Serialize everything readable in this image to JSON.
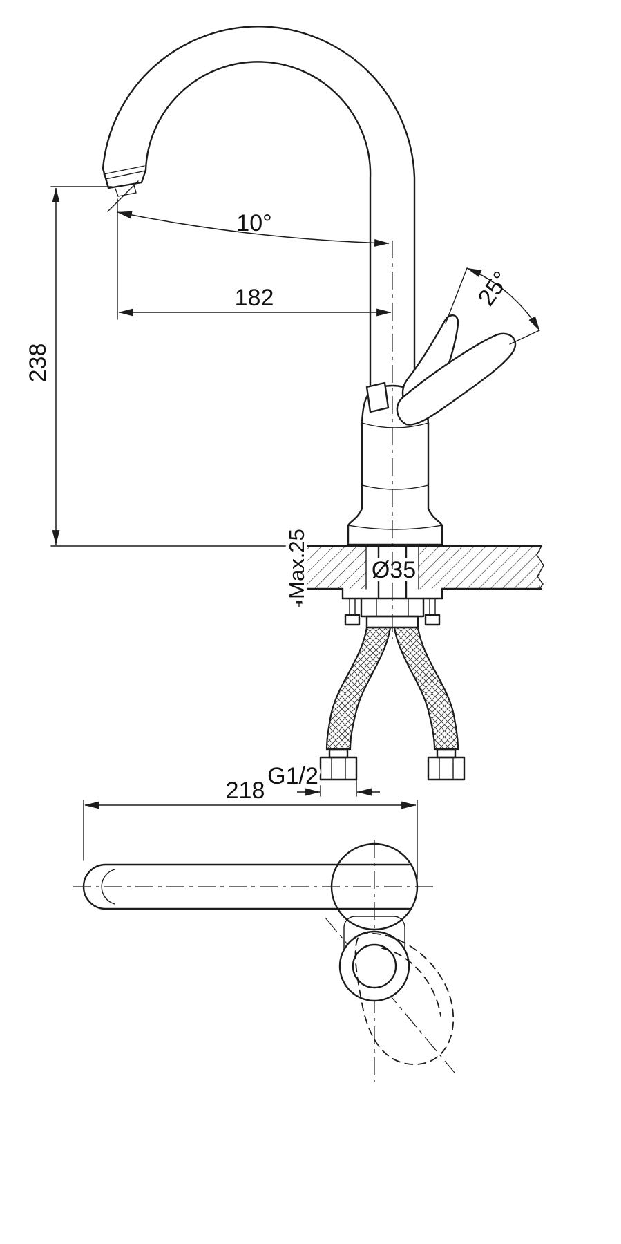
{
  "colors": {
    "line": "#1c1c1c",
    "background": "#ffffff"
  },
  "dimensions": {
    "spout_height": "238",
    "spout_reach": "182",
    "spout_angle": "10°",
    "handle_angle": "25°",
    "max_deck_thickness": "Max.25",
    "mounting_hole": "Ø35",
    "connection_thread": "G1/2",
    "overall_length": "218"
  }
}
